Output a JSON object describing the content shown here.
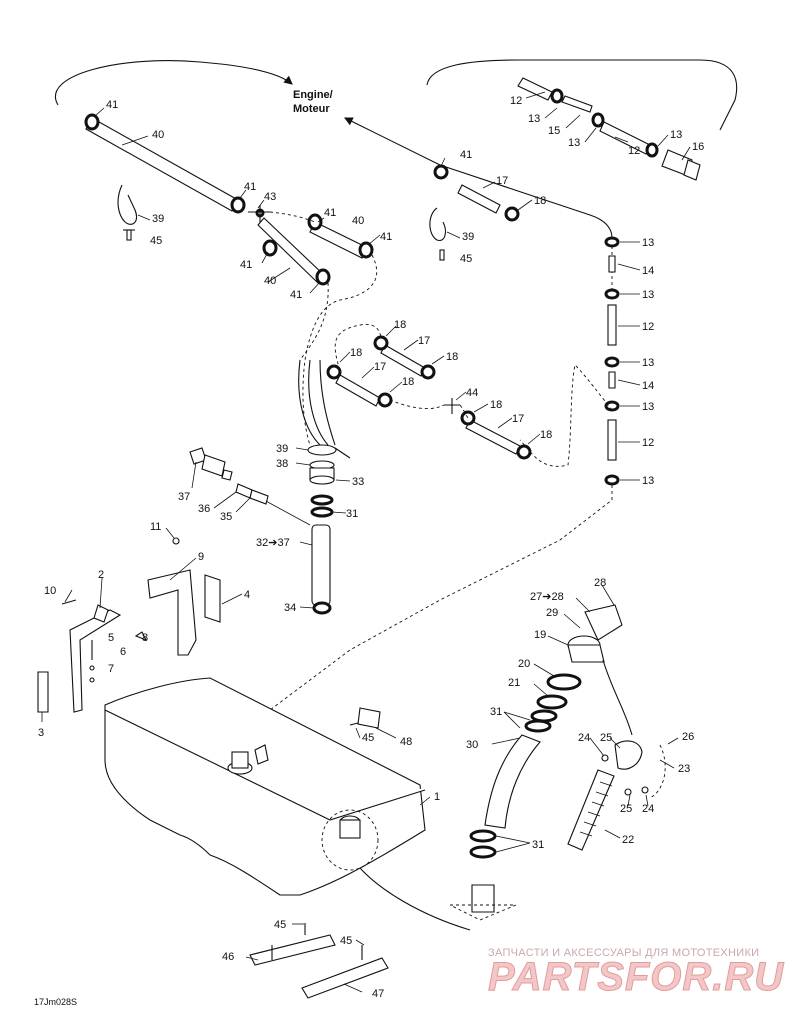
{
  "diagram": {
    "engine_label_line1": "Engine/",
    "engine_label_line2": "Moteur",
    "doc_id": "17Jm028S",
    "watermark_line1": "ЗАПЧАСТИ И АКСЕССУАРЫ ДЛЯ МОТОТЕХНИКИ",
    "watermark_logo": "PARTSFOR.RU"
  },
  "callouts": [
    {
      "id": "41a",
      "text": "41"
    },
    {
      "id": "40a",
      "text": "40"
    },
    {
      "id": "39a",
      "text": "39"
    },
    {
      "id": "45a",
      "text": "45"
    },
    {
      "id": "41b",
      "text": "41"
    },
    {
      "id": "43",
      "text": "43"
    },
    {
      "id": "41c",
      "text": "41"
    },
    {
      "id": "40b",
      "text": "40"
    },
    {
      "id": "41d",
      "text": "41"
    },
    {
      "id": "41e",
      "text": "41"
    },
    {
      "id": "40c",
      "text": "40"
    },
    {
      "id": "41f",
      "text": "41"
    },
    {
      "id": "41g",
      "text": "41"
    },
    {
      "id": "17a",
      "text": "17"
    },
    {
      "id": "18a",
      "text": "18"
    },
    {
      "id": "39b",
      "text": "39"
    },
    {
      "id": "45b",
      "text": "45"
    },
    {
      "id": "12a",
      "text": "12"
    },
    {
      "id": "13a",
      "text": "13"
    },
    {
      "id": "15",
      "text": "15"
    },
    {
      "id": "13b",
      "text": "13"
    },
    {
      "id": "13c",
      "text": "13"
    },
    {
      "id": "12b",
      "text": "12"
    },
    {
      "id": "16",
      "text": "16"
    },
    {
      "id": "13d",
      "text": "13"
    },
    {
      "id": "14a",
      "text": "14"
    },
    {
      "id": "13e",
      "text": "13"
    },
    {
      "id": "12c",
      "text": "12"
    },
    {
      "id": "13f",
      "text": "13"
    },
    {
      "id": "14b",
      "text": "14"
    },
    {
      "id": "13g",
      "text": "13"
    },
    {
      "id": "12d",
      "text": "12"
    },
    {
      "id": "13h",
      "text": "13"
    },
    {
      "id": "18b",
      "text": "18"
    },
    {
      "id": "17b",
      "text": "17"
    },
    {
      "id": "18c",
      "text": "18"
    },
    {
      "id": "18d",
      "text": "18"
    },
    {
      "id": "17c",
      "text": "17"
    },
    {
      "id": "18e",
      "text": "18"
    },
    {
      "id": "44",
      "text": "44"
    },
    {
      "id": "18f",
      "text": "18"
    },
    {
      "id": "17d",
      "text": "17"
    },
    {
      "id": "18g",
      "text": "18"
    },
    {
      "id": "39c",
      "text": "39"
    },
    {
      "id": "38",
      "text": "38"
    },
    {
      "id": "33",
      "text": "33"
    },
    {
      "id": "31a",
      "text": "31"
    },
    {
      "id": "37",
      "text": "37"
    },
    {
      "id": "36",
      "text": "36"
    },
    {
      "id": "35",
      "text": "35"
    },
    {
      "id": "32to37",
      "text": "32➔37"
    },
    {
      "id": "34",
      "text": "34"
    },
    {
      "id": "11",
      "text": "11"
    },
    {
      "id": "9",
      "text": "9"
    },
    {
      "id": "10",
      "text": "10"
    },
    {
      "id": "2",
      "text": "2"
    },
    {
      "id": "4",
      "text": "4"
    },
    {
      "id": "5",
      "text": "5"
    },
    {
      "id": "8",
      "text": "8"
    },
    {
      "id": "6",
      "text": "6"
    },
    {
      "id": "7",
      "text": "7"
    },
    {
      "id": "3",
      "text": "3"
    },
    {
      "id": "28a",
      "text": "28"
    },
    {
      "id": "27to28",
      "text": "27➔28"
    },
    {
      "id": "29",
      "text": "29"
    },
    {
      "id": "19",
      "text": "19"
    },
    {
      "id": "20",
      "text": "20"
    },
    {
      "id": "21",
      "text": "21"
    },
    {
      "id": "31b",
      "text": "31"
    },
    {
      "id": "45c",
      "text": "45"
    },
    {
      "id": "48",
      "text": "48"
    },
    {
      "id": "30",
      "text": "30"
    },
    {
      "id": "24a",
      "text": "24"
    },
    {
      "id": "25a",
      "text": "25"
    },
    {
      "id": "26",
      "text": "26"
    },
    {
      "id": "23",
      "text": "23"
    },
    {
      "id": "25b",
      "text": "25"
    },
    {
      "id": "24b",
      "text": "24"
    },
    {
      "id": "1",
      "text": "1"
    },
    {
      "id": "22",
      "text": "22"
    },
    {
      "id": "31c",
      "text": "31"
    },
    {
      "id": "45d",
      "text": "45"
    },
    {
      "id": "45e",
      "text": "45"
    },
    {
      "id": "46",
      "text": "46"
    },
    {
      "id": "47",
      "text": "47"
    }
  ]
}
